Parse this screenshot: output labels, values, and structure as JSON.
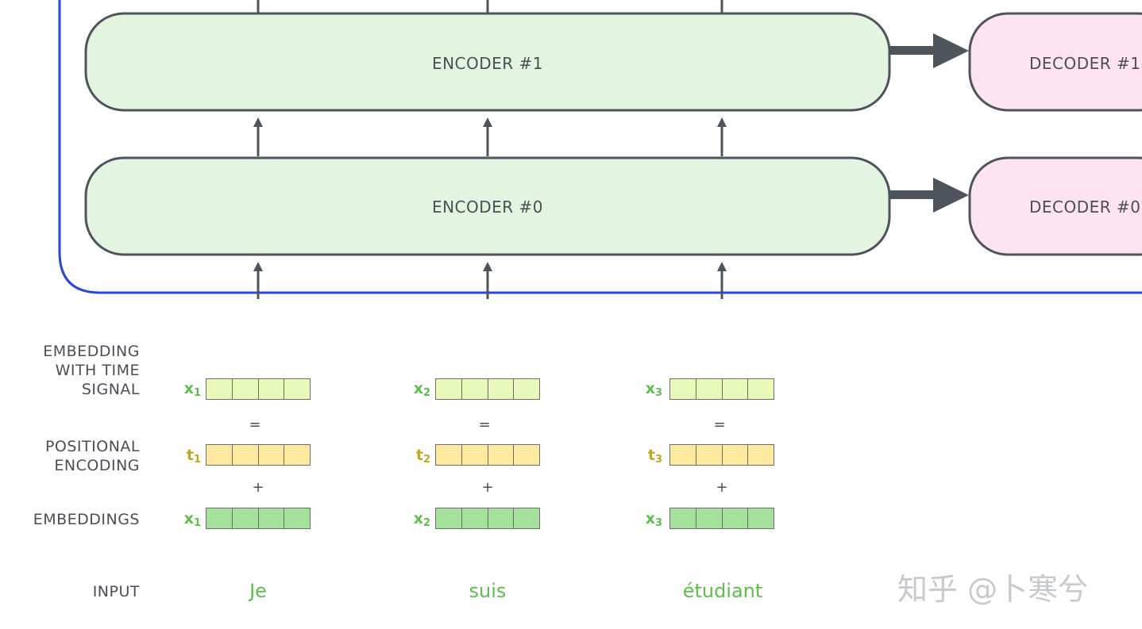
{
  "colors": {
    "encoder_fill": "#e3f5e1",
    "decoder_fill": "#fde4f0",
    "node_stroke": "#4e545b",
    "outline_blue": "#2b47d6",
    "arrow": "#4e545b",
    "x_label": "#5cbf4a",
    "t_label": "#c2a521",
    "time_signal_cell": "#e9f9b9",
    "positional_cell": "#fdeaa0",
    "embedding_cell": "#a5e09c",
    "word": "#5cbf4a"
  },
  "encoders": [
    {
      "label": "ENCODER #1"
    },
    {
      "label": "ENCODER #0"
    }
  ],
  "decoders": [
    {
      "label": "DECODER #1"
    },
    {
      "label": "DECODER #0"
    }
  ],
  "row_labels": {
    "time_signal": "EMBEDDING\nWITH TIME\nSIGNAL",
    "positional": "POSITIONAL\nENCODING",
    "embeddings": "EMBEDDINGS",
    "input": "INPUT"
  },
  "operators": {
    "equals": "=",
    "plus": "+"
  },
  "tokens": [
    {
      "x_base": "x",
      "x_sub": "1",
      "t_base": "t",
      "t_sub": "1",
      "word": "Je"
    },
    {
      "x_base": "x",
      "x_sub": "2",
      "t_base": "t",
      "t_sub": "2",
      "word": "suis"
    },
    {
      "x_base": "x",
      "x_sub": "3",
      "t_base": "t",
      "t_sub": "3",
      "word": "étudiant"
    }
  ],
  "watermark": "知乎 @卜寒兮"
}
